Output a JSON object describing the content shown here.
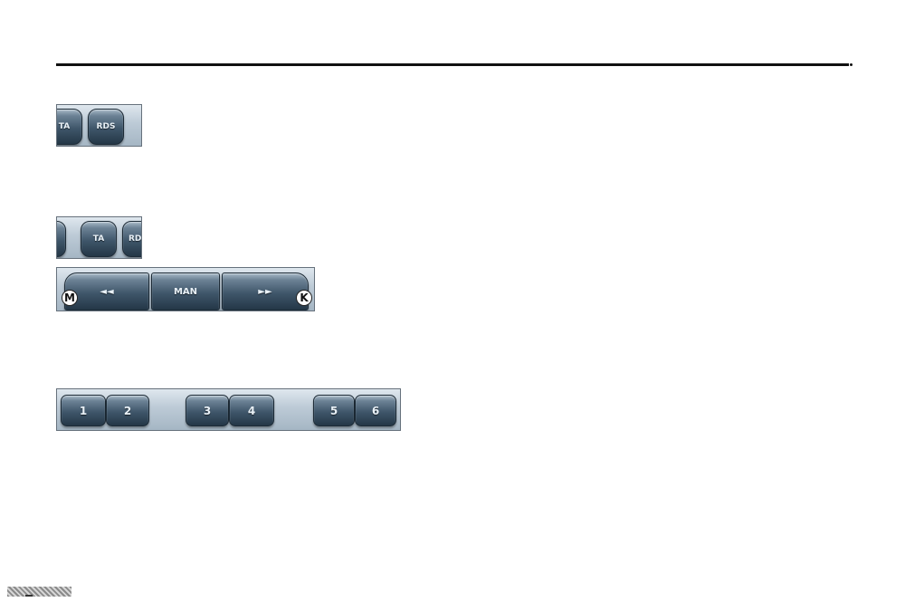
{
  "panel1": {
    "buttons": [
      "TA",
      "RDS"
    ]
  },
  "panel2": {
    "buttons": [
      "TA",
      "RDS"
    ]
  },
  "panel3": {
    "buttons": {
      "rewind": "◄◄",
      "man": "MAN",
      "forward": "►►"
    },
    "markers": {
      "left": "M",
      "right": "K"
    }
  },
  "panel4": {
    "presets": [
      "1",
      "2",
      "3",
      "4",
      "5",
      "6"
    ]
  }
}
